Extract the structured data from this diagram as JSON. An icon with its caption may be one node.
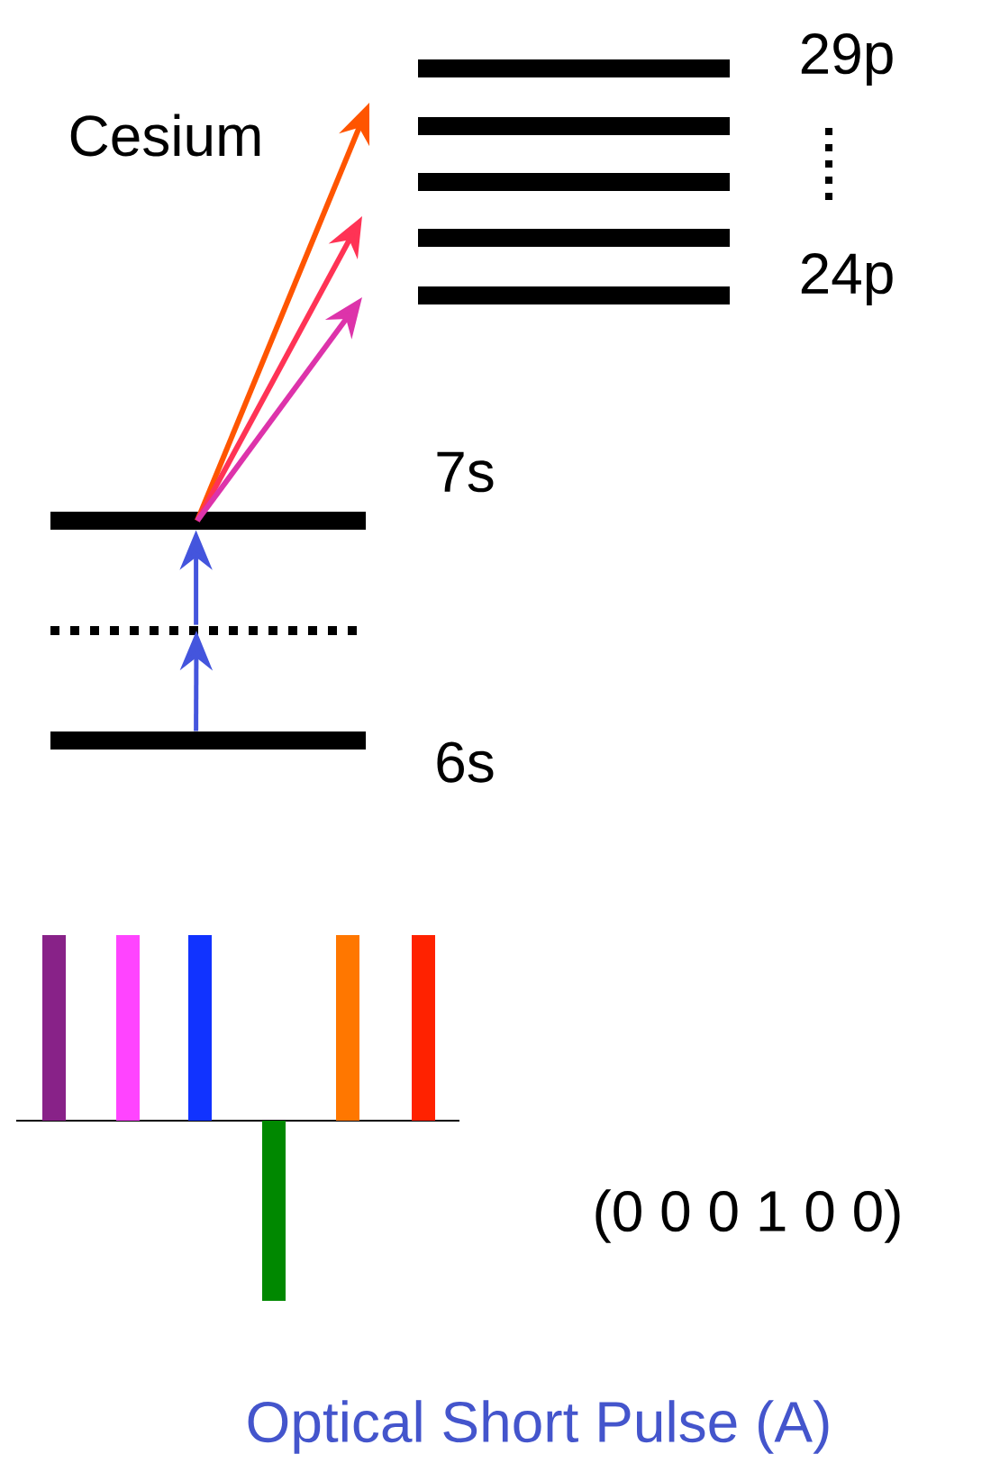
{
  "diagram": {
    "caption": "Optical Short Pulse (A)",
    "nodes": [
      {
        "text": [],
        "shape": "bar"
      },
      {
        "text": [],
        "shape": "bar"
      },
      {
        "text": [],
        "shape": "bar"
      },
      {
        "text": [],
        "shape": "bar"
      },
      {
        "text": [],
        "shape": "bar"
      },
      {
        "text": [],
        "shape": "bar"
      },
      {
        "text": [],
        "shape": "line"
      },
      {
        "text": [],
        "shape": "bar"
      }
    ],
    "edges": [
      {
        "from": 7,
        "to": 6,
        "arrow": "to",
        "color": "#4455dd"
      },
      {
        "from": 6,
        "to": 5,
        "arrow": "to",
        "color": "#4455dd"
      },
      {
        "from": 5,
        "to": null,
        "arrow": "to",
        "color": "#ff5500"
      },
      {
        "from": 5,
        "to": null,
        "arrow": "to",
        "color": "#ff3355"
      },
      {
        "from": 5,
        "to": null,
        "arrow": "to",
        "color": "#dd33aa"
      }
    ],
    "labels": [
      "29p",
      "Cesium",
      "24p",
      "7s",
      "6s",
      "(0 0 0 1 0 0)"
    ]
  }
}
